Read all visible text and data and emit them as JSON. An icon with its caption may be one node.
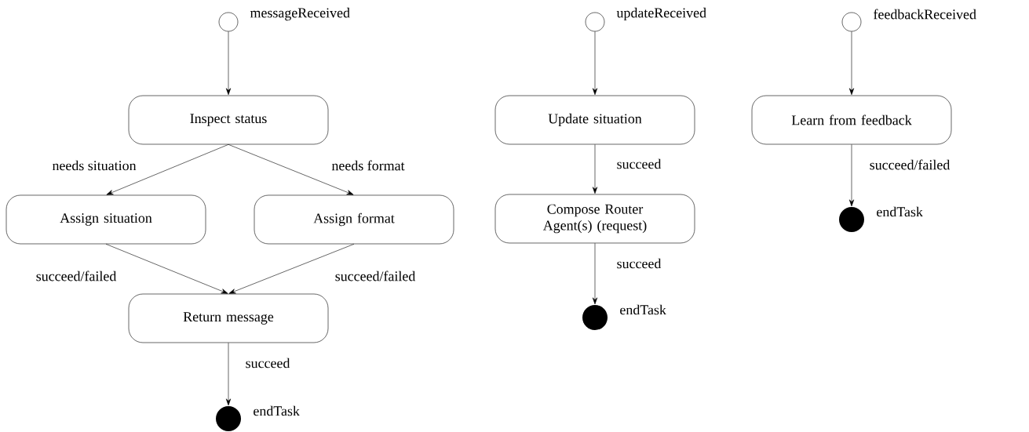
{
  "diagram": {
    "nodes": [
      {
        "text": [],
        "shape": "circle",
        "beside": [
          "messageReceived"
        ]
      },
      {
        "text": [
          "Inspect status"
        ]
      },
      {
        "text": [
          "Assign situation"
        ]
      },
      {
        "text": [
          "Assign format"
        ]
      },
      {
        "text": [
          "Return message"
        ]
      },
      {
        "text": [],
        "shape": "dot",
        "beside": [
          "endTask"
        ]
      },
      {
        "text": [],
        "shape": "circle",
        "beside": [
          "updateReceived"
        ]
      },
      {
        "text": [
          "Update situation"
        ]
      },
      {
        "text": [
          "Compose Router Agent(s) (request)"
        ]
      },
      {
        "text": [],
        "shape": "dot",
        "beside": [
          "endTask"
        ]
      },
      {
        "text": [],
        "shape": "circle",
        "beside": [
          "feedbackReceived"
        ]
      },
      {
        "text": [
          "Learn from feedback"
        ]
      },
      {
        "text": [],
        "shape": "dot",
        "beside": [
          "endTask"
        ]
      }
    ],
    "edges": [
      {
        "from": 0,
        "to": 1,
        "arrow": "to"
      },
      {
        "from": 1,
        "to": 2,
        "arrow": "to",
        "label": "needs situation"
      },
      {
        "from": 1,
        "to": 3,
        "arrow": "to",
        "label": "needs format"
      },
      {
        "from": 2,
        "to": 4,
        "arrow": "to",
        "label": "succeed/failed"
      },
      {
        "from": 3,
        "to": 4,
        "arrow": "to",
        "label": "succeed/failed"
      },
      {
        "from": 4,
        "to": 5,
        "arrow": "to",
        "label": "succeed"
      },
      {
        "from": 6,
        "to": 7,
        "arrow": "to"
      },
      {
        "from": 7,
        "to": 8,
        "arrow": "to",
        "label": "succeed"
      },
      {
        "from": 8,
        "to": 9,
        "arrow": "to",
        "label": "succeed"
      },
      {
        "from": 10,
        "to": 11,
        "arrow": "to"
      },
      {
        "from": 11,
        "to": 12,
        "arrow": "to",
        "label": "succeed/failed"
      }
    ]
  }
}
